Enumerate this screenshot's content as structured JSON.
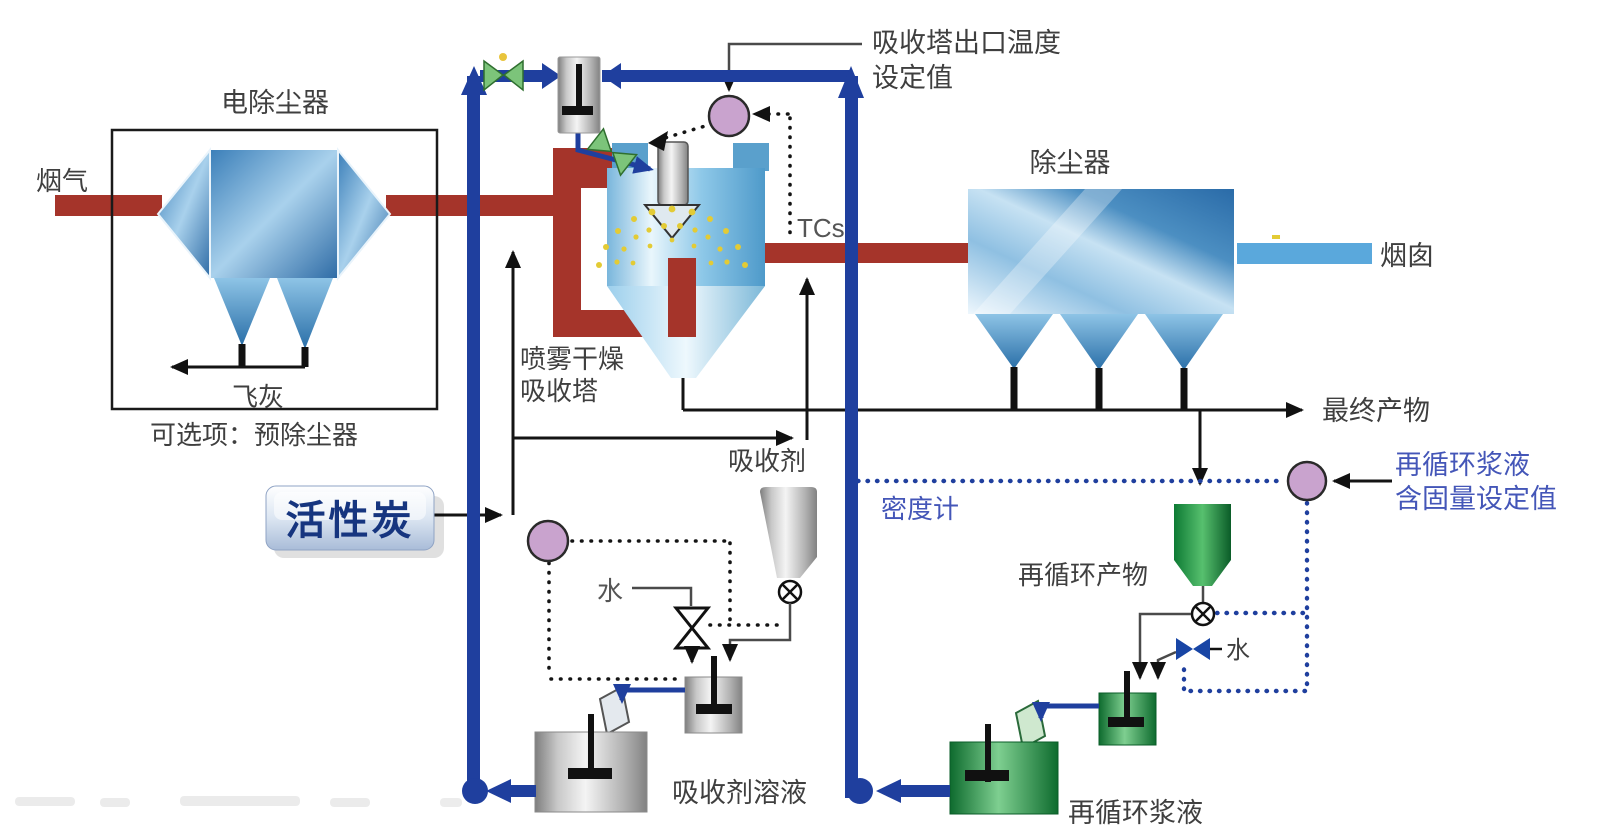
{
  "colors": {
    "duct_red": "#a5342a",
    "pipe_blue": "#1f3f9e",
    "chimney_blue": "#5aa8dc",
    "controller_purple": "#c9a3ce",
    "valve_green": "#7cc47a",
    "spray_yellow": "#e3cb35",
    "blue_label_text": "#4456b8",
    "dark_text": "#3f3f3f",
    "green_tank": "#1c7a38"
  },
  "esp": {
    "title": "电除尘器",
    "flue_gas": "烟气",
    "fly_ash": "飞灰",
    "note": "可选项：预除尘器"
  },
  "absorber": {
    "name_line1": "喷雾干燥",
    "name_line2": "吸收塔",
    "tcs": "TCs",
    "temp_setpoint_line1": "吸收塔出口温度",
    "temp_setpoint_line2": "设定值"
  },
  "carbon": {
    "label": "活性炭"
  },
  "absorbent": {
    "feed": "吸收剂",
    "water": "水",
    "solution": "吸收剂溶液"
  },
  "collector": {
    "title": "除尘器",
    "chimney": "烟囱",
    "final_product": "最终产物"
  },
  "recycle": {
    "density_meter": "密度计",
    "setpoint_line1": "再循环浆液",
    "setpoint_line2": "含固量设定值",
    "product": "再循环产物",
    "water": "水",
    "slurry": "再循环浆液"
  }
}
